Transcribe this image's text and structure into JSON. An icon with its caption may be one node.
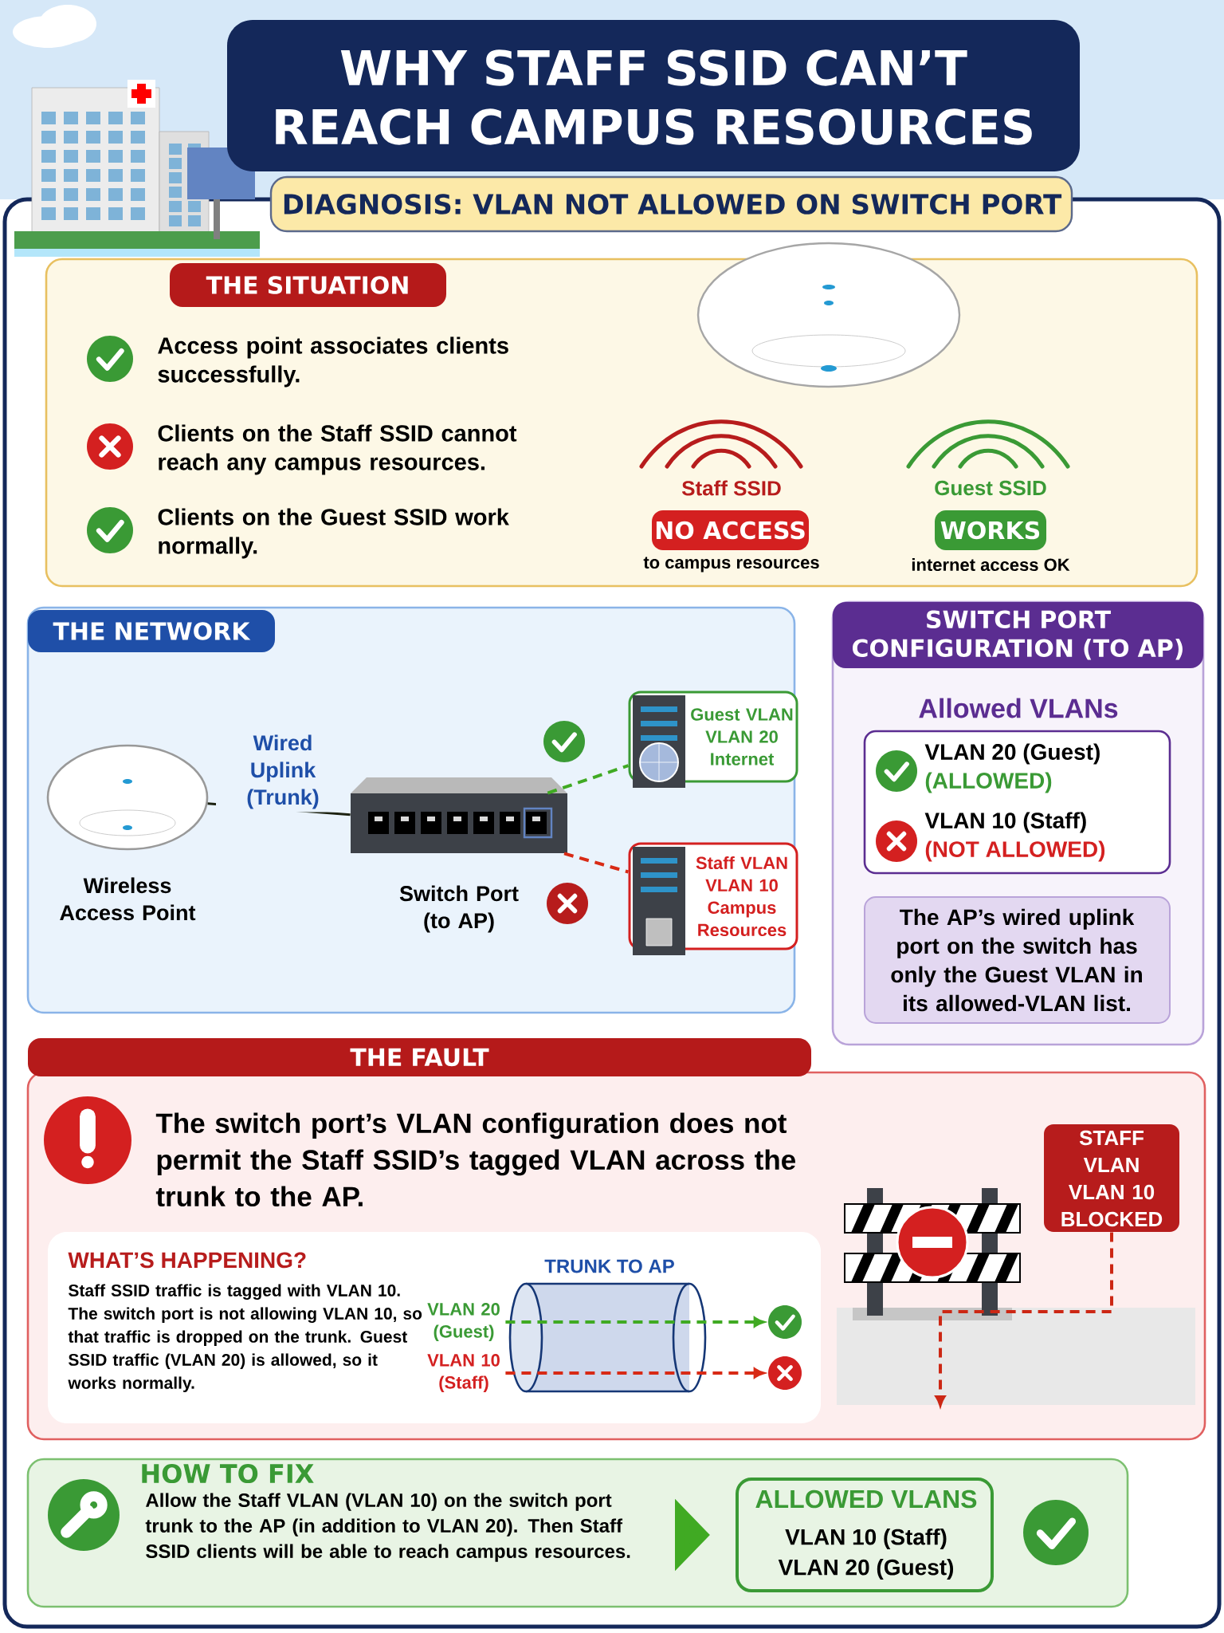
{
  "diagram": {
    "title": "WHY STAFF SSID CAN’T REACH CAMPUS RESOURCES",
    "nodes": [
      {
        "text": [
          "THE SITUATION",
          "Access point associates clients successfully.",
          "Clients on the Staff SSID cannot reach any campus resources.",
          "Clients on the Guest SSID work normally."
        ]
      },
      {
        "text": [
          "NO ACCESS"
        ],
        "in": 0,
        "beside": [
          "Staff SSID",
          "to campus resources"
        ]
      },
      {
        "text": [
          "WORKS"
        ],
        "in": 0,
        "beside": [
          "Guest SSID",
          "internet access OK"
        ]
      },
      {
        "text": [
          "THE NETWORK"
        ]
      },
      {
        "text": [],
        "shape": "picture",
        "in": 3,
        "beside": [
          "Wireless Access Point"
        ]
      },
      {
        "text": [],
        "shape": "picture",
        "in": 3,
        "beside": [
          "Switch Port (to AP)"
        ]
      },
      {
        "text": [
          "Guest VLAN VLAN 20 Internet"
        ],
        "in": 3
      },
      {
        "text": [
          "Staff VLAN VLAN 10 Campus Resources"
        ],
        "in": 3
      },
      {
        "text": [
          "SWITCH PORT CONFIGURATION (TO AP)",
          "Allowed VLANs"
        ]
      },
      {
        "text": [
          "VLAN 20 (Guest)",
          "(ALLOWED)",
          "VLAN 10 (Staff)",
          "(NOT ALLOWED)"
        ],
        "in": 8
      },
      {
        "text": [
          "The AP’s wired uplink port on the switch has only the Guest VLAN in its allowed-VLAN list."
        ],
        "in": 8
      },
      {
        "text": [
          "THE FAULT",
          "The switch port’s VLAN configuration does not permit the Staff SSID’s tagged VLAN across the trunk to the AP."
        ]
      },
      {
        "text": [
          "WHAT’S HAPPENING?",
          "Staff SSID traffic is tagged with VLAN 10. The switch port is not allowing VLAN 10, so that traffic is dropped on the trunk. Guest SSID traffic (VLAN 20) is allowed, so it works normally."
        ],
        "in": 11
      },
      {
        "text": [
          "VLAN 20 (Guest)"
        ],
        "in": 12
      },
      {
        "text": [
          "VLAN 10 (Staff)"
        ],
        "in": 12
      },
      {
        "text": [],
        "shape": "circle",
        "in": 12
      },
      {
        "text": [],
        "shape": "circle",
        "in": 12
      },
      {
        "text": [
          "STAFF VLAN VLAN 10 BLOCKED"
        ],
        "in": 11
      },
      {
        "text": [
          "HOW TO FIX"
        ]
      },
      {
        "text": [
          "Allow the Staff VLAN (VLAN 10) on the switch port trunk to the AP (in addition to VLAN 20). Then Staff SSID clients will be able to reach campus resources."
        ],
        "in": 18
      },
      {
        "text": [
          "ALLOWED VLANS",
          "VLAN 10 (Staff)",
          "VLAN 20 (Guest)"
        ],
        "in": 18
      }
    ],
    "edges": [
      {
        "from": 4,
        "to": 5,
        "arrow": "none",
        "label": "Wired Uplink (Trunk)",
        "color": "#1a1a1a"
      },
      {
        "from": 5,
        "to": 6,
        "arrow": "none",
        "style": "dashed",
        "color": "#3a9a35"
      },
      {
        "from": 5,
        "to": 7,
        "arrow": "none",
        "style": "dashed",
        "color": "#d42020"
      },
      {
        "from": 13,
        "to": 15,
        "arrow": "to",
        "style": "dashed",
        "color": "#3a9a35"
      },
      {
        "from": 14,
        "to": 16,
        "arrow": "to",
        "style": "dashed",
        "color": "#d42020"
      },
      {
        "from": 17,
        "to": null,
        "arrow": "to",
        "style": "dashed",
        "color": "#c81e1e"
      },
      {
        "from": 19,
        "to": 20,
        "arrow": "to",
        "style": "thick",
        "color": "#3a9a35"
      }
    ],
    "labels": [
      "DIAGNOSIS: VLAN NOT ALLOWED ON SWITCH PORT",
      "TRUNK TO AP"
    ]
  }
}
